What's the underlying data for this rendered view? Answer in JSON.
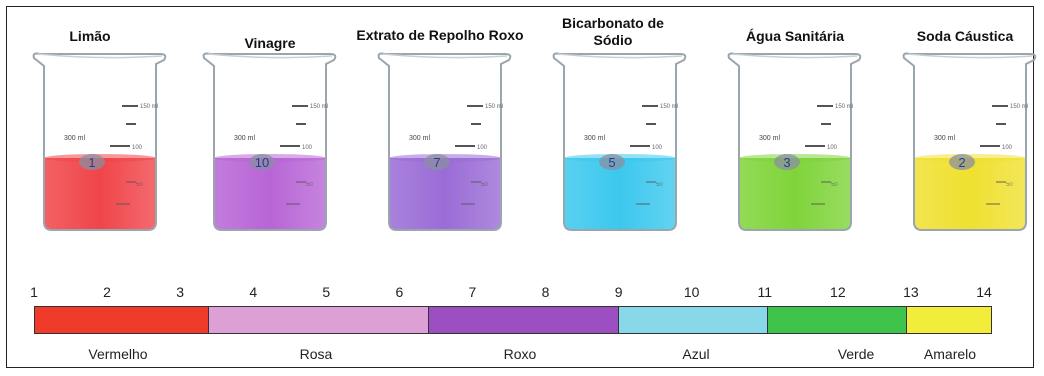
{
  "beakers": [
    {
      "label": "Limão",
      "ph": "1",
      "liquid": "#f0454a"
    },
    {
      "label": "Vinagre",
      "ph": "10",
      "liquid": "#b865d6"
    },
    {
      "label": "Extrato de Repolho Roxo",
      "ph": "7",
      "liquid": "#9a6cd6"
    },
    {
      "label": "Bicarbonato de Sódio",
      "ph": "5",
      "liquid": "#3cc8ee"
    },
    {
      "label": "Água Sanitária",
      "ph": "3",
      "liquid": "#7fd43a"
    },
    {
      "label": "Soda Cáustica",
      "ph": "2",
      "liquid": "#f0e030"
    }
  ],
  "beaker_markings": {
    "volume": "300 ml",
    "top": "150 ml",
    "mid": "100",
    "low": "50"
  },
  "scale_numbers": [
    "1",
    "2",
    "3",
    "4",
    "5",
    "6",
    "7",
    "8",
    "9",
    "10",
    "11",
    "12",
    "13",
    "14"
  ],
  "scale_segments": [
    {
      "name": "Vermelho",
      "color": "#f03a2a",
      "from": 1,
      "to": 3.4
    },
    {
      "name": "Rosa",
      "color": "#dda0d6",
      "from": 3.4,
      "to": 6.4
    },
    {
      "name": "Roxo",
      "color": "#9b4fc0",
      "from": 6.4,
      "to": 9.0
    },
    {
      "name": "Azul",
      "color": "#88d8ea",
      "from": 9.0,
      "to": 11.05
    },
    {
      "name": "Verde",
      "color": "#3ec44a",
      "from": 11.05,
      "to": 12.95
    },
    {
      "name": "Amarelo",
      "color": "#f2ec3a",
      "from": 12.95,
      "to": 14
    }
  ]
}
